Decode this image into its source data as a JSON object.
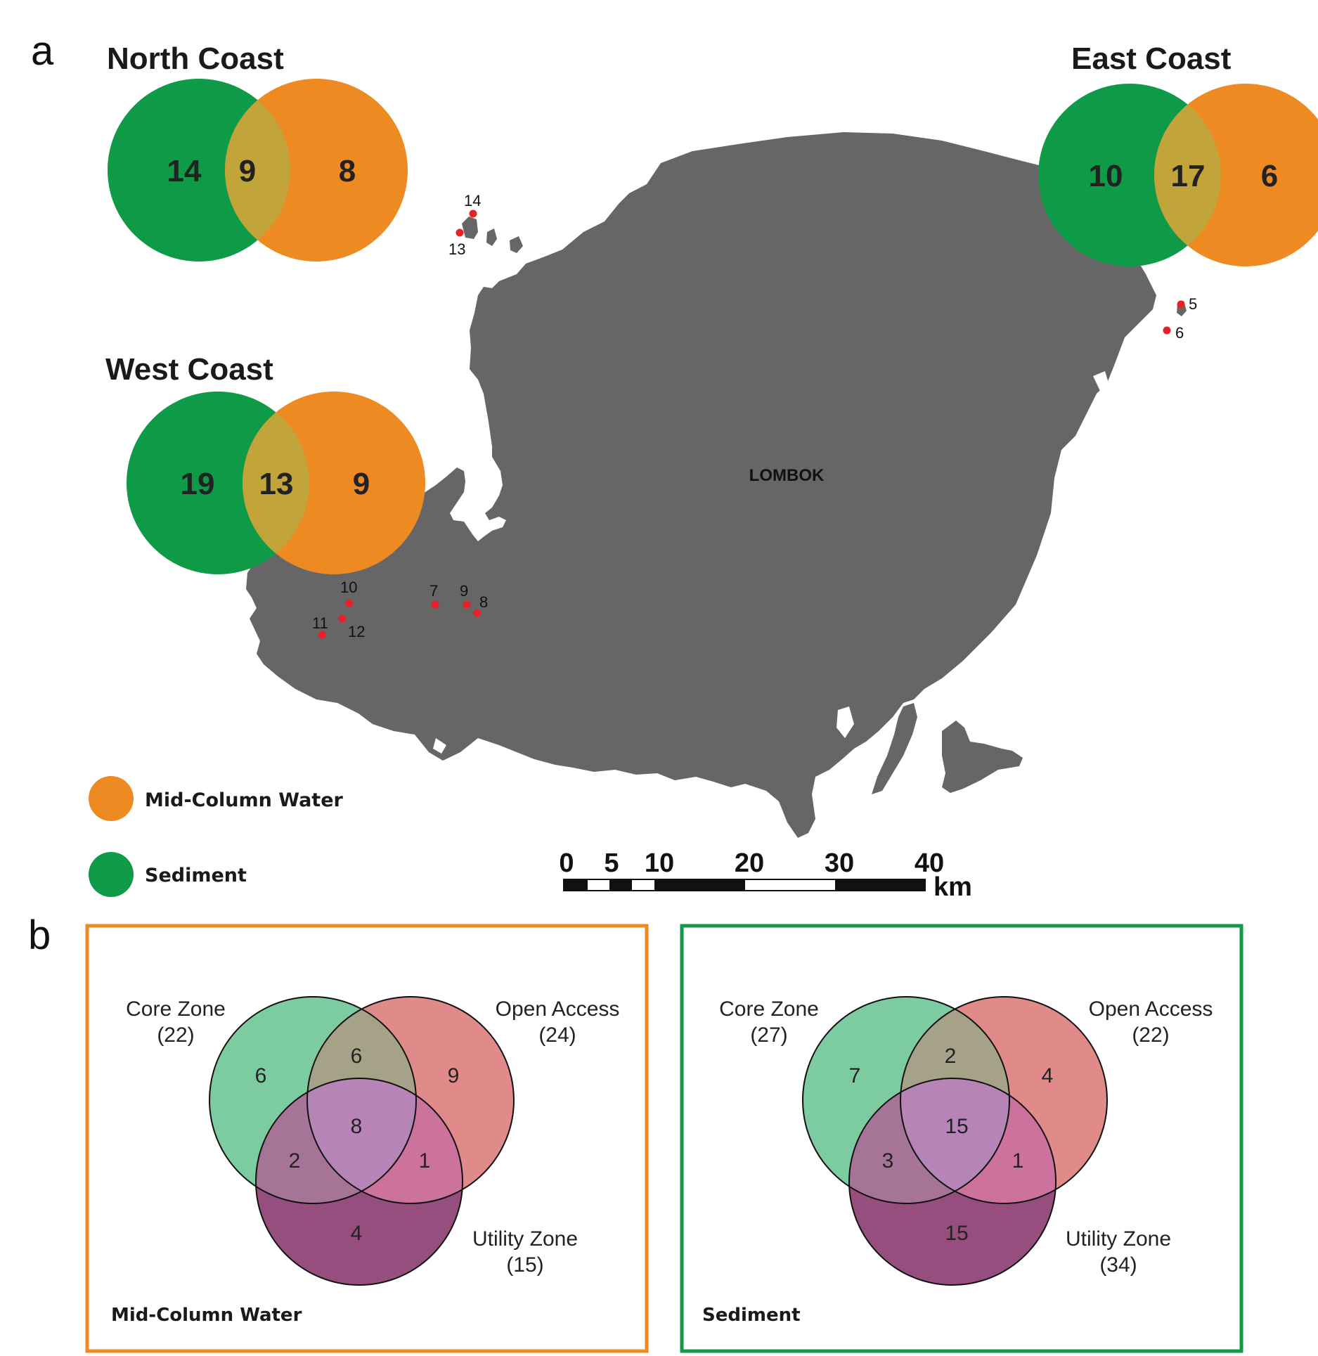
{
  "colors": {
    "sediment": "#0f9a47",
    "mid_column_water": "#ee8a22",
    "overlap": "#c1a43a",
    "land": "#666666",
    "site_marker": "#e8202a",
    "core_zone": "#7dcba1",
    "open_access": "#e08a8a",
    "utility_zone": "#964e7e",
    "core_open": "#a5a288",
    "core_utility": "#a67496",
    "open_utility": "#cd729c",
    "all_three": "#b784b8"
  },
  "panel_a": {
    "letter": "a",
    "island_label": "LOMBOK",
    "coasts": [
      {
        "title": "North Coast",
        "sediment_only": "14",
        "shared": "9",
        "water_only": "8"
      },
      {
        "title": "East Coast",
        "sediment_only": "10",
        "shared": "17",
        "water_only": "6"
      },
      {
        "title": "West Coast",
        "sediment_only": "19",
        "shared": "13",
        "water_only": "9"
      }
    ],
    "legend": [
      {
        "label": "Mid-Column Water",
        "color": "#ee8a22"
      },
      {
        "label": "Sediment",
        "color": "#0f9a47"
      }
    ],
    "sites": [
      "5",
      "6",
      "7",
      "8",
      "9",
      "10",
      "11",
      "12",
      "13",
      "14"
    ],
    "scale_bar": {
      "ticks": [
        "0",
        "5",
        "10",
        "20",
        "30",
        "40"
      ],
      "unit": "km"
    }
  },
  "panel_b": {
    "letter": "b",
    "boxes": [
      {
        "title": "Mid-Column Water",
        "border_color": "#ee8a22",
        "core_name": "Core Zone",
        "core_total": "(22)",
        "open_name": "Open Access",
        "open_total": "(24)",
        "utility_name": "Utility Zone",
        "utility_total": "(15)",
        "core_only": "6",
        "core_open": "6",
        "open_only": "9",
        "all_three": "8",
        "core_utility": "2",
        "open_utility": "1",
        "utility_only": "4"
      },
      {
        "title": "Sediment",
        "border_color": "#0f9a47",
        "core_name": "Core Zone",
        "core_total": "(27)",
        "open_name": "Open Access",
        "open_total": "(22)",
        "utility_name": "Utility Zone",
        "utility_total": "(34)",
        "core_only": "7",
        "core_open": "2",
        "open_only": "4",
        "all_three": "15",
        "core_utility": "3",
        "open_utility": "1",
        "utility_only": "15"
      }
    ]
  }
}
